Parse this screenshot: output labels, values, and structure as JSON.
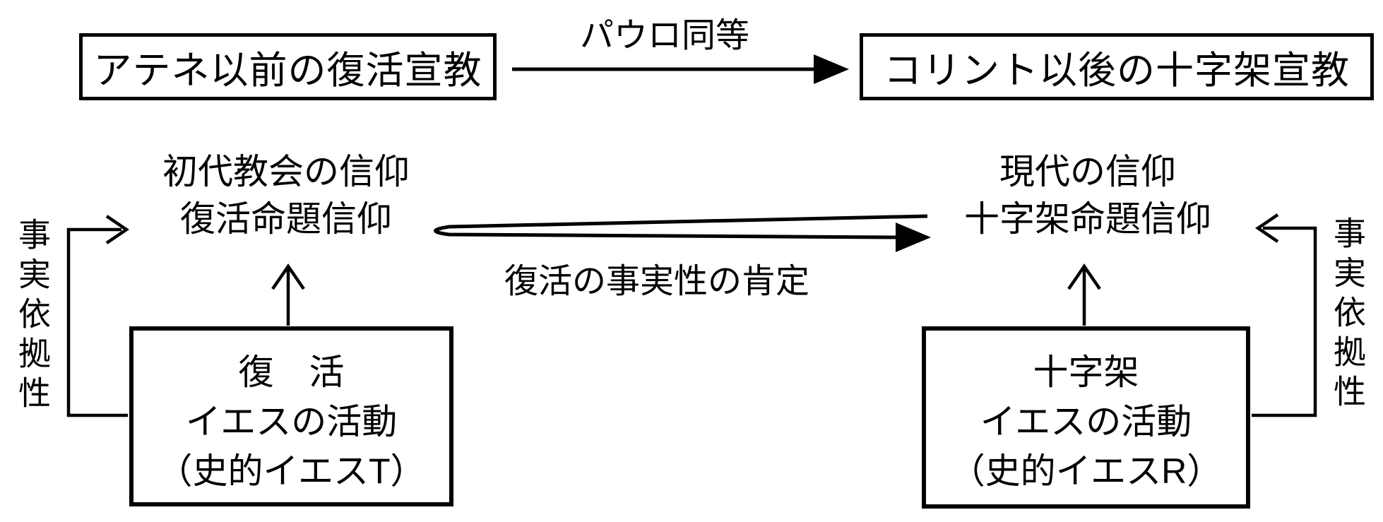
{
  "page": {
    "background": "#ffffff",
    "line_color": "#000000"
  },
  "top_row": {
    "left_box_label": "アテネ以前の復活宣教",
    "arrow_label": "パウロ同等",
    "right_box_label": "コリント以後の十字架宣教"
  },
  "middle_row": {
    "left_faith": {
      "line1": "初代教会の信仰",
      "line2": "復活命題信仰"
    },
    "right_faith": {
      "line1": "現代の信仰",
      "line2": "十字架命題信仰"
    },
    "long_arrow_label": "復活の事実性の肯定"
  },
  "side_labels": {
    "left": "事実依拠性",
    "right": "事実依拠性"
  },
  "bottom_row": {
    "left_box": {
      "line1": "復　活",
      "line2": "イエスの活動",
      "line3": "（史的イエスT）"
    },
    "right_box": {
      "line1": "十字架",
      "line2": "イエスの活動",
      "line3": "（史的イエスR）"
    }
  }
}
